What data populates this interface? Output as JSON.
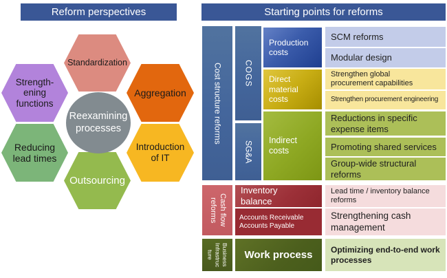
{
  "palette": {
    "header_blue": "#3a5796",
    "vertical_bar_blue": "#44669c",
    "production_blue_dark": "#1f3f90",
    "direct_material_gold": "#c8ad14",
    "indirect_olive": "#8ea823",
    "row_periwinkle": "#c3cce9",
    "row_light_yellow": "#f8e69c",
    "row_olive": "#acbf58",
    "row_pink": "#f5dcdd",
    "row_light_green": "#d7e4b9",
    "cash_flow_bar_red": "#c25a60",
    "inventory_dark_red": "#9c3038",
    "accounts_dark_red": "#982b33",
    "business_bar_olive": "#48591d",
    "work_process_olive": "#4c5f1d",
    "hex_standardization": "#dc8b80",
    "hex_strengthening": "#b283db",
    "hex_aggregation": "#e2670e",
    "hex_reducing": "#7cb579",
    "hex_introduction": "#f7b722",
    "hex_outsourcing": "#94ba4e",
    "center_circle_gray": "#828b90"
  },
  "left": {
    "header": "Reform perspectives",
    "center": "Reexamining\nprocesses",
    "hexagons": [
      {
        "label": "Standardization"
      },
      {
        "label": "Strength-\nening\nfunctions"
      },
      {
        "label": "Aggregation"
      },
      {
        "label": "Reducing\nlead times"
      },
      {
        "label": "Introduction\nof IT"
      },
      {
        "label": "Outsourcing"
      }
    ]
  },
  "right": {
    "header": "Starting points for reforms",
    "cost_structure": {
      "group_label": "Cost structure reforms",
      "cogs_label": "COGS",
      "sga_label": "SG&A",
      "categories": [
        {
          "label": "Production\ncosts"
        },
        {
          "label": "Direct\nmaterial\ncosts"
        },
        {
          "label": "Indirect\ncosts"
        }
      ],
      "rows": [
        "SCM reforms",
        "Modular design",
        "Strengthen global\nprocurement capabilities",
        "Strengthen procurement engineering",
        "Reductions in specific\nexpense items",
        "Promoting shared services",
        "Group-wide structural\nreforms"
      ]
    },
    "cash_flow": {
      "group_label": "Cash flow\nreforms",
      "categories": [
        "Inventory\nbalance",
        "Accounts Receivable\nAccounts Payable"
      ],
      "rows": [
        "Lead time / inventory balance\nreforms",
        "Strengthening cash\nmanagement"
      ]
    },
    "business": {
      "group_label": "Business\nInfrastruc\nture",
      "category": "Work process",
      "row": "Optimizing end-to-end work\nprocesses"
    }
  }
}
